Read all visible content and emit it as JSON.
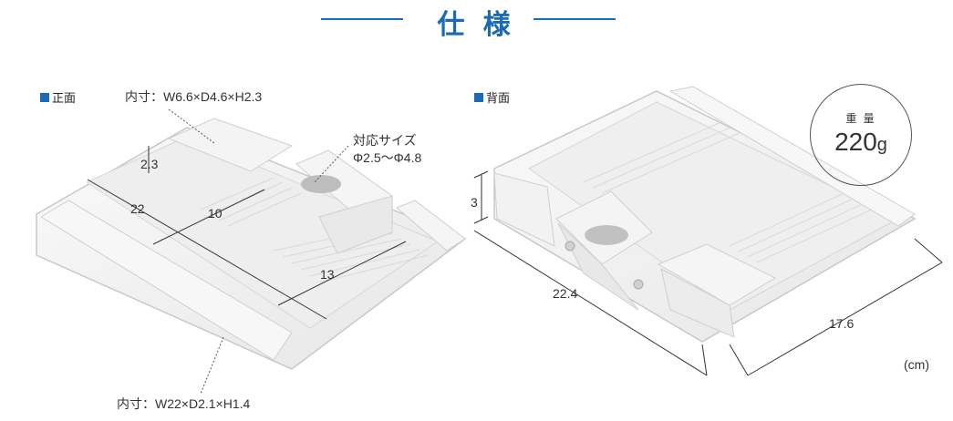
{
  "title": "仕 様",
  "front": {
    "label": "正面",
    "inner_top": "内寸：W6.6×D4.6×H2.3",
    "inner_bottom": "内寸：W22×D2.1×H1.4",
    "support_size_line1": "対応サイズ",
    "support_size_line2": "Φ2.5〜Φ4.8",
    "dim_height": "2.3",
    "dim_length": "22",
    "dim_width_mid": "10",
    "dim_width_long": "13"
  },
  "back": {
    "label": "背面",
    "dim_height": "3",
    "dim_length": "22.4",
    "dim_depth": "17.6",
    "unit": "(cm)"
  },
  "weight": {
    "label": "重 量",
    "value": "220",
    "unit": "g"
  },
  "colors": {
    "accent": "#1a6ab8",
    "tray": "#f1f1f1"
  }
}
